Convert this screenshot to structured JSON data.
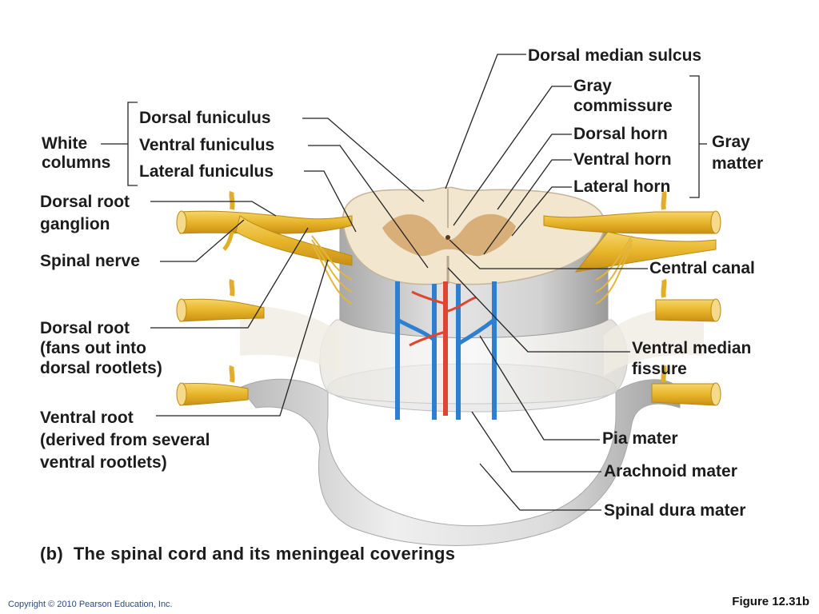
{
  "figure": {
    "caption": "(b)  The spinal cord and its meningeal coverings",
    "figure_number": "Figure 12.31b",
    "copyright": "Copyright © 2010 Pearson Education, Inc."
  },
  "labels": {
    "dorsal_median_sulcus": "Dorsal median sulcus",
    "gray_commissure_1": "Gray",
    "gray_commissure_2": "commissure",
    "dorsal_horn": "Dorsal horn",
    "ventral_horn": "Ventral horn",
    "lateral_horn": "Lateral horn",
    "gray_matter_1": "Gray",
    "gray_matter_2": "matter",
    "white_columns_1": "White",
    "white_columns_2": "columns",
    "dorsal_funiculus": "Dorsal funiculus",
    "ventral_funiculus": "Ventral funiculus",
    "lateral_funiculus": "Lateral funiculus",
    "dorsal_root_ganglion_1": "Dorsal root",
    "dorsal_root_ganglion_2": "ganglion",
    "spinal_nerve": "Spinal nerve",
    "dorsal_root_1": "Dorsal root",
    "dorsal_root_2": "(fans out into",
    "dorsal_root_3": "dorsal rootlets)",
    "ventral_root_1": "Ventral root",
    "ventral_root_2": "(derived from several",
    "ventral_root_3": "ventral rootlets)",
    "central_canal": "Central canal",
    "ventral_median_fissure_1": "Ventral median",
    "ventral_median_fissure_2": "fissure",
    "pia_mater": "Pia mater",
    "arachnoid_mater": "Arachnoid mater",
    "spinal_dura_mater": "Spinal dura mater"
  },
  "colors": {
    "nerve": "#e8b92e",
    "white_matter": "#f3e6cf",
    "gray_matter": "#d4a56a",
    "vein": "#2f7fd0",
    "artery": "#e0452e",
    "dura": "#d9d9d9"
  }
}
